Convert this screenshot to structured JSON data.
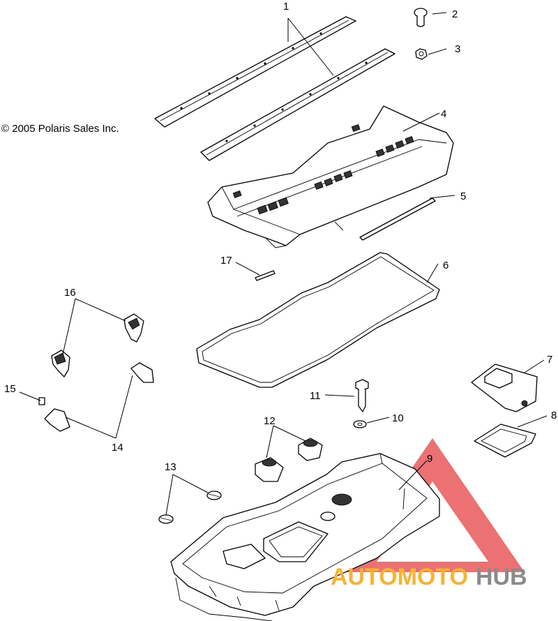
{
  "copyright": "© 2005 Polaris Sales Inc.",
  "callouts": [
    "1",
    "2",
    "3",
    "4",
    "5",
    "6",
    "7",
    "8",
    "9",
    "10",
    "11",
    "12",
    "13",
    "14",
    "15",
    "16",
    "17"
  ],
  "watermark": {
    "text_orange": "AUTOMOTO",
    "text_gray": "HUB",
    "color_orange": "#f5b335",
    "color_gray": "#8a8a8a",
    "triangle_color": "#e8585a"
  }
}
